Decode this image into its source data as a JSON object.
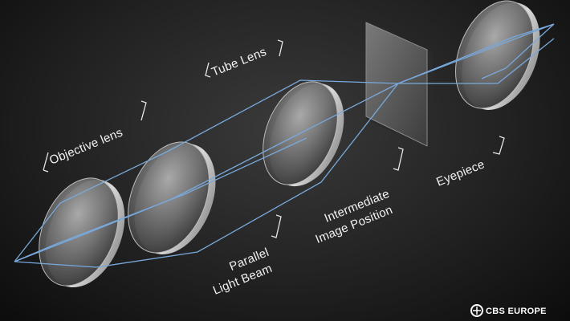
{
  "labels": {
    "objective": "Objective lens",
    "tube": "Tube Lens",
    "eyepiece": "Eyepiece",
    "parallel_line1": "Parallel",
    "parallel_line2": "Light Beam",
    "intermediate_line1": "Intermediate",
    "intermediate_line2": "Image Position"
  },
  "logo": {
    "text": "CBS EUROPE"
  },
  "colors": {
    "ray": "#79a9dc",
    "background": "#1c1c1c",
    "lens_rim": "#cfcfcf",
    "screen": "#5a5a5a"
  },
  "icons": [
    "cbs-europe-logo-icon"
  ]
}
